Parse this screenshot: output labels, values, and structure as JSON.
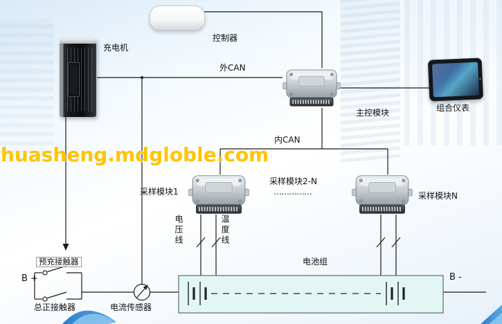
{
  "watermark": "huasheng.mdgloble.com",
  "nodes": {
    "controller": "控制器",
    "charger": "充电机",
    "main_module": "主控模块",
    "instrument_cluster": "组合仪表",
    "sampling_module_1": "采样模块1",
    "sampling_module_2n": "采样模块2-N",
    "sampling_module_2n_dots": "……………",
    "sampling_module_n": "采样模块N"
  },
  "buses": {
    "external_can": "外CAN",
    "internal_can": "内CAN"
  },
  "wires": {
    "voltage_line": "电压线",
    "temperature_line": "温度线"
  },
  "power": {
    "terminal_positive": "B +",
    "terminal_negative": "B -",
    "precharge_contactor": "预充接触器",
    "main_positive_contactor": "总正接触器",
    "current_sensor": "电流传感器",
    "battery_pack": "电池组"
  },
  "colors": {
    "watermark_text": "#ffc400",
    "battery_fill": "#e2f7f4",
    "wire": "#1a1a1a",
    "accent_blue": "#2d7fcb"
  }
}
